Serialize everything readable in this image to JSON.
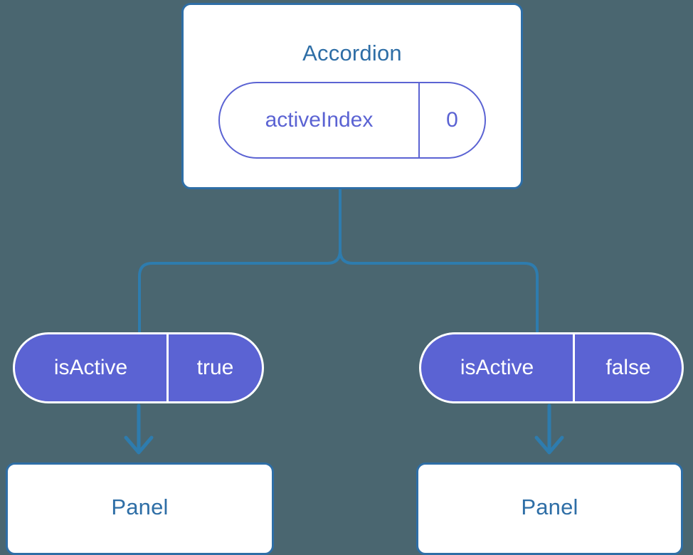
{
  "theme": {
    "background": "#4a6670",
    "card_fill": "#ffffff",
    "card_border": "#2e6ea6",
    "title_text": "#2e6ea6",
    "pill_accent": "#5b63d3",
    "pill_filled_text": "#ffffff",
    "connector": "#2e7cae"
  },
  "diagram": {
    "type": "component-tree",
    "root": {
      "title": "Accordion",
      "state_pill": {
        "key": "activeIndex",
        "value": "0",
        "style": "outlined"
      }
    },
    "branches": [
      {
        "prop_pill": {
          "key": "isActive",
          "value": "true",
          "style": "filled"
        },
        "arrow": "down-arrow",
        "child": {
          "title": "Panel"
        }
      },
      {
        "prop_pill": {
          "key": "isActive",
          "value": "false",
          "style": "filled"
        },
        "arrow": "down-arrow",
        "child": {
          "title": "Panel"
        }
      }
    ]
  }
}
